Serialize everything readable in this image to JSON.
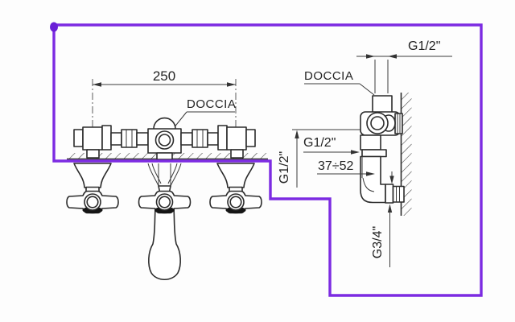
{
  "labels": {
    "front_view": {
      "width_dimension": "250",
      "shower_outlet": "DOCCIA"
    },
    "side_view": {
      "thread_top": "G1/2\"",
      "shower_outlet": "DOCCIA",
      "thread_union": "G1/2\"",
      "depth_range": "37÷52",
      "thread_side_rotated": "G1/2\"",
      "thread_bottom_rotated": "G3/4\""
    }
  },
  "colors": {
    "annotation_outline": "#7c2be2",
    "annotation_handle": "#6a1fd6",
    "drawing_line": "#2b2b2b"
  }
}
